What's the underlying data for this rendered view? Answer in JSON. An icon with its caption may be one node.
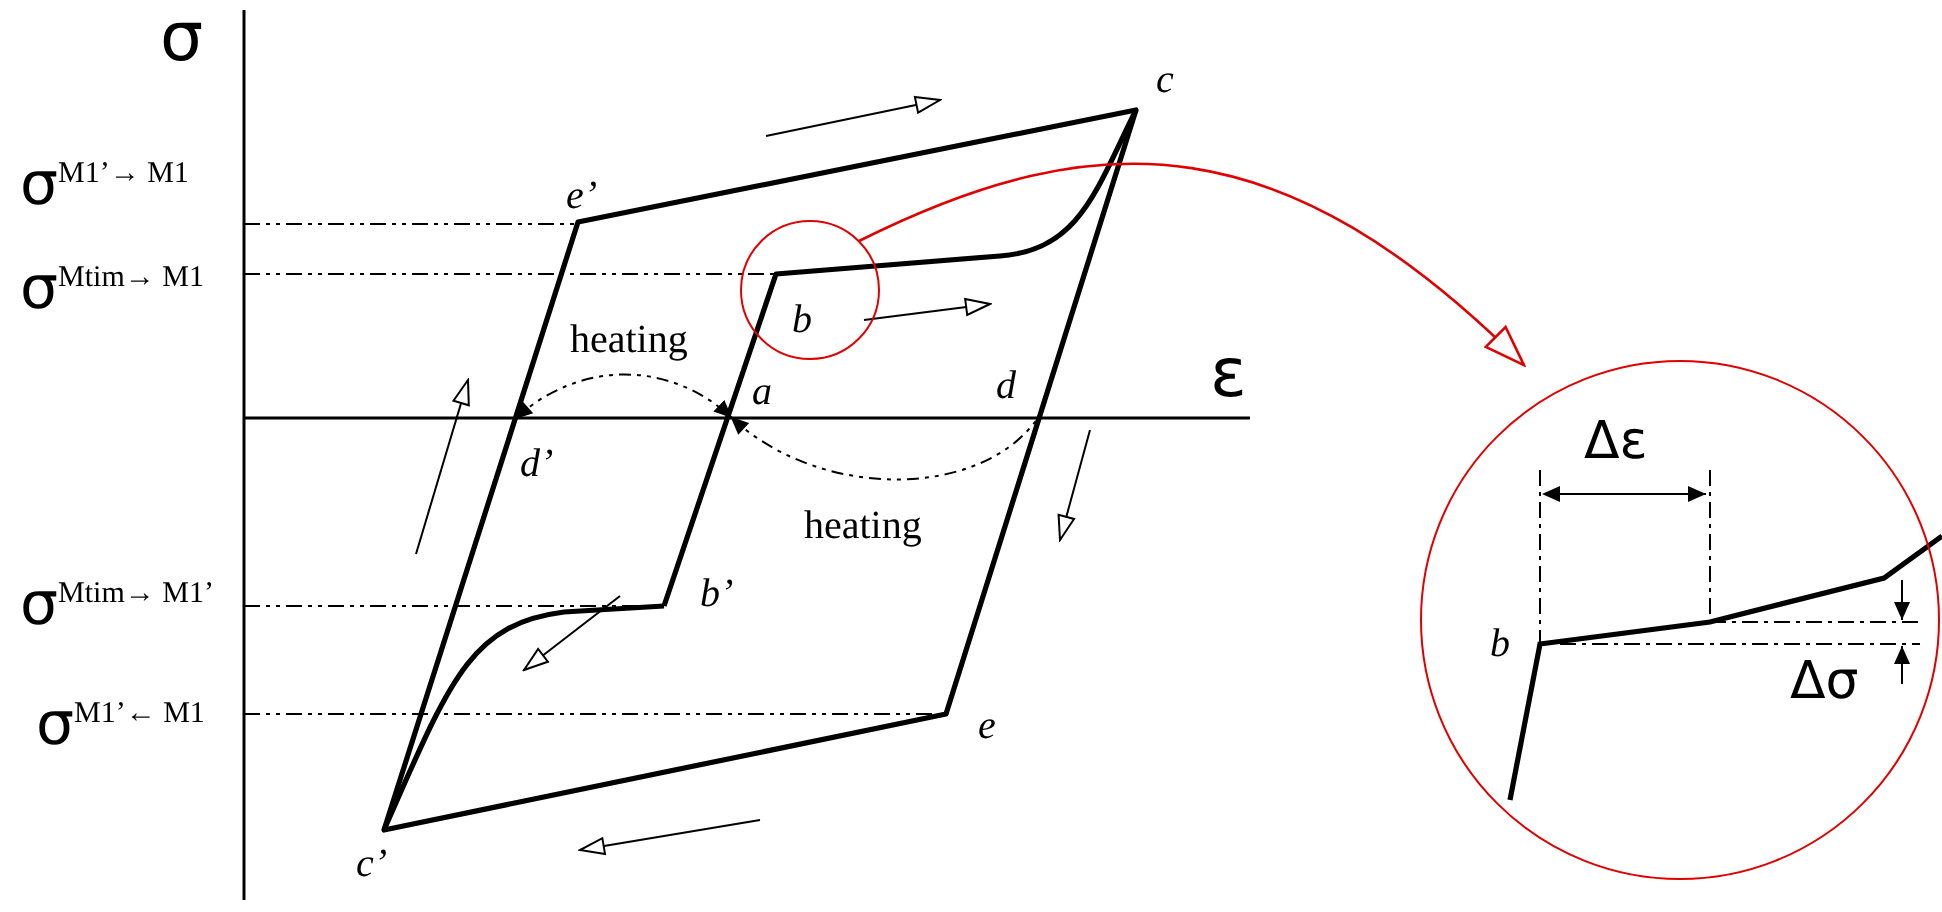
{
  "diagram": {
    "nodes": [
      {
        "text": [],
        "shape": "circle"
      },
      {
        "text": [],
        "shape": "circle"
      }
    ],
    "edges": [
      {
        "from": 0,
        "to": 1,
        "arrow": "to"
      }
    ],
    "labels": [
      "σ",
      "c",
      "σ$^{M1’→ M1}$",
      "e’",
      "σ$^{Mtim→ M1}$",
      "b",
      "heating",
      "ε",
      "a",
      "d",
      "d’",
      "heating",
      "Δε",
      "σ$^{Mtim→ M1’}$",
      "b’",
      "b",
      "Δσ",
      "σ$^{M1’← M1}$",
      "e",
      "c’"
    ]
  }
}
